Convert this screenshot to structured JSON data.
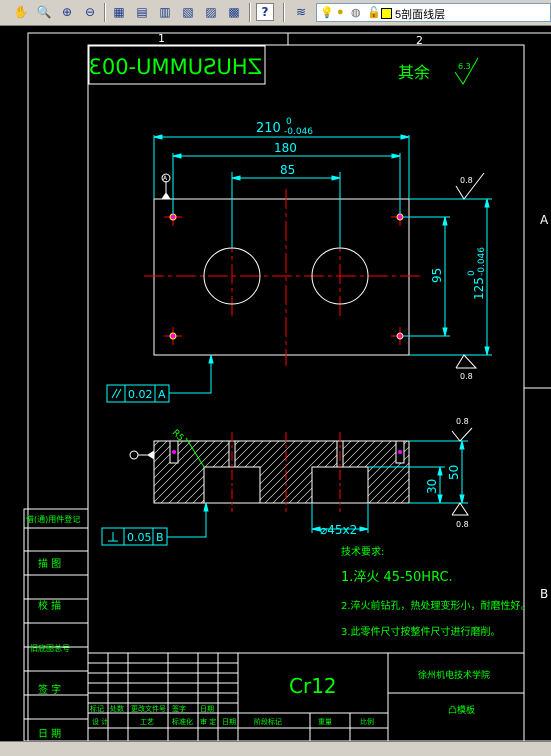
{
  "toolbar": {
    "layer_name": "5剖面线层"
  },
  "ruler": {
    "col1": "1",
    "col2": "2",
    "row_a": "A",
    "row_b": "B"
  },
  "drawing": {
    "part_code": "ZHUSUMMU-003",
    "rest_label": "其余",
    "rest_roughness": "6.3",
    "dim_210": "210",
    "dim_210_upper": "0",
    "dim_210_lower": "-0.046",
    "dim_180": "180",
    "dim_85": "85",
    "dim_95": "95",
    "dim_125": "125",
    "dim_125_upper": "0",
    "dim_125_lower": "-0.046",
    "datum_a": "A",
    "datum_b": "B",
    "roughness_top": "0.8",
    "roughness_bottom": "0.8",
    "roughness_sec_top": "0.8",
    "roughness_sec_bottom": "0.8",
    "fcf1_tol": "0.02",
    "fcf1_datum": "A",
    "fcf2_tol": "0.05",
    "fcf2_datum": "B",
    "dim_50": "50",
    "dim_30": "30",
    "dim_hole": "⌀45x2",
    "fillet": "R5"
  },
  "tech_req": {
    "title": "技术要求:",
    "line1": "1.淬火 45-50HRC.",
    "line2": "2.淬火前钻孔，热处理变形小，耐磨性好。",
    "line3": "3.此零件尺寸按整件尺寸进行磨削。"
  },
  "side_table": {
    "r1": "借(通)用件登记",
    "r2": "描 图",
    "r3": "校 描",
    "r4": "旧底图总号",
    "r5": "签 字",
    "r6": "日 期"
  },
  "title_block": {
    "material": "Cr12",
    "school": "徐州机电技术学院",
    "drawing_name": "凸模板",
    "row_labels": [
      "标记",
      "处数",
      "更改文件号",
      "签字",
      "日期"
    ],
    "bottom_labels": [
      "设 计",
      "工艺",
      "标准化",
      "审 定",
      "日期",
      "阶段标记",
      "重量",
      "比例"
    ]
  }
}
